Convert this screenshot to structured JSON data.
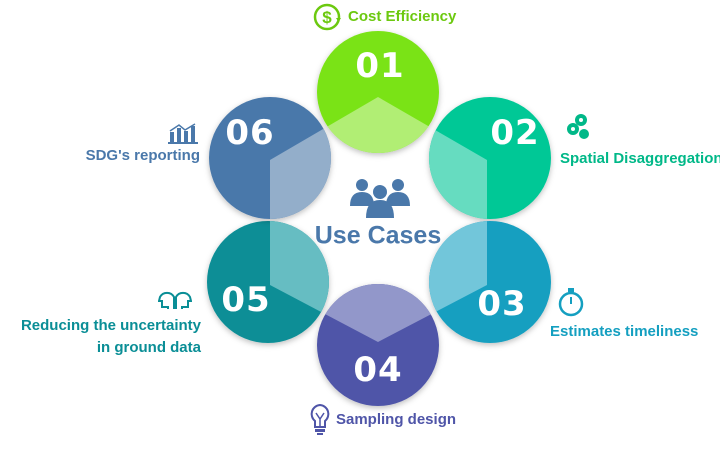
{
  "title": "Use Cases",
  "center_icon": "people-group-icon",
  "items": [
    {
      "number": "01",
      "label": "Cost Efficiency",
      "icon": "dollar-cycle-icon",
      "color": "#7ae314",
      "light": "#b1ee74"
    },
    {
      "number": "02",
      "label": "Spatial Disaggregation",
      "icon": "map-pin-icon",
      "color": "#00c896",
      "light": "#66dcc0"
    },
    {
      "number": "03",
      "label": "Estimates timeliness",
      "icon": "stopwatch-icon",
      "color": "#149fc0",
      "light": "#72c6da"
    },
    {
      "number": "04",
      "label": "Sampling design",
      "icon": "lightbulb-icon",
      "color": "#4f55a8",
      "light": "#9297ca"
    },
    {
      "number": "05",
      "label_line1": "Reducing the uncertainty",
      "label_line2": "in ground data",
      "icon": "heads-icon",
      "color": "#0a8e96",
      "light": "#66bdc2"
    },
    {
      "number": "06",
      "label": "SDG's reporting",
      "icon": "bar-chart-icon",
      "color": "#4a78aa",
      "light": "#93aeca"
    }
  ]
}
